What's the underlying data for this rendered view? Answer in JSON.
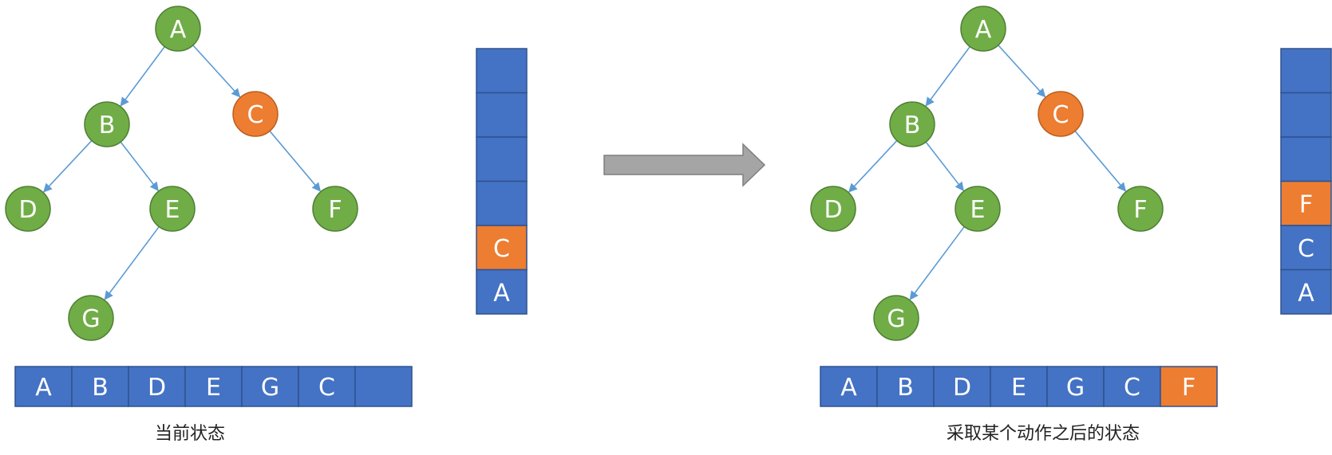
{
  "colors": {
    "node_fill": "#70ad47",
    "node_stroke": "#4e7f33",
    "highlight_fill": "#ed7d31",
    "highlight_stroke": "#b95f1f",
    "cell_fill": "#4472c4",
    "cell_stroke": "#2f528f",
    "edge": "#5b9bd5",
    "arrow": "#a5a5a5",
    "arrow_stroke": "#7f7f7f"
  },
  "before": {
    "caption": "当前状态",
    "nodes": [
      {
        "id": "A",
        "label": "A",
        "highlight": false
      },
      {
        "id": "B",
        "label": "B",
        "highlight": false
      },
      {
        "id": "C",
        "label": "C",
        "highlight": true
      },
      {
        "id": "D",
        "label": "D",
        "highlight": false
      },
      {
        "id": "E",
        "label": "E",
        "highlight": false
      },
      {
        "id": "F",
        "label": "F",
        "highlight": false
      },
      {
        "id": "G",
        "label": "G",
        "highlight": false
      }
    ],
    "edges": [
      [
        "A",
        "B"
      ],
      [
        "A",
        "C"
      ],
      [
        "B",
        "D"
      ],
      [
        "B",
        "E"
      ],
      [
        "C",
        "F"
      ],
      [
        "E",
        "G"
      ]
    ],
    "stack": [
      "",
      "",
      "",
      "",
      "C",
      "A"
    ],
    "stack_highlight": [
      false,
      false,
      false,
      false,
      true,
      false
    ],
    "visited": [
      "A",
      "B",
      "D",
      "E",
      "G",
      "C",
      ""
    ],
    "visited_highlight": [
      false,
      false,
      false,
      false,
      false,
      false,
      false
    ]
  },
  "after": {
    "caption": "采取某个动作之后的状态",
    "nodes": [
      {
        "id": "A",
        "label": "A",
        "highlight": false
      },
      {
        "id": "B",
        "label": "B",
        "highlight": false
      },
      {
        "id": "C",
        "label": "C",
        "highlight": true
      },
      {
        "id": "D",
        "label": "D",
        "highlight": false
      },
      {
        "id": "E",
        "label": "E",
        "highlight": false
      },
      {
        "id": "F",
        "label": "F",
        "highlight": false
      },
      {
        "id": "G",
        "label": "G",
        "highlight": false
      }
    ],
    "edges": [
      [
        "A",
        "B"
      ],
      [
        "A",
        "C"
      ],
      [
        "B",
        "D"
      ],
      [
        "B",
        "E"
      ],
      [
        "C",
        "F"
      ],
      [
        "E",
        "G"
      ]
    ],
    "stack": [
      "",
      "",
      "",
      "F",
      "C",
      "A"
    ],
    "stack_highlight": [
      false,
      false,
      false,
      true,
      false,
      false
    ],
    "visited": [
      "A",
      "B",
      "D",
      "E",
      "G",
      "C",
      "F"
    ],
    "visited_highlight": [
      false,
      false,
      false,
      false,
      false,
      false,
      true
    ]
  }
}
